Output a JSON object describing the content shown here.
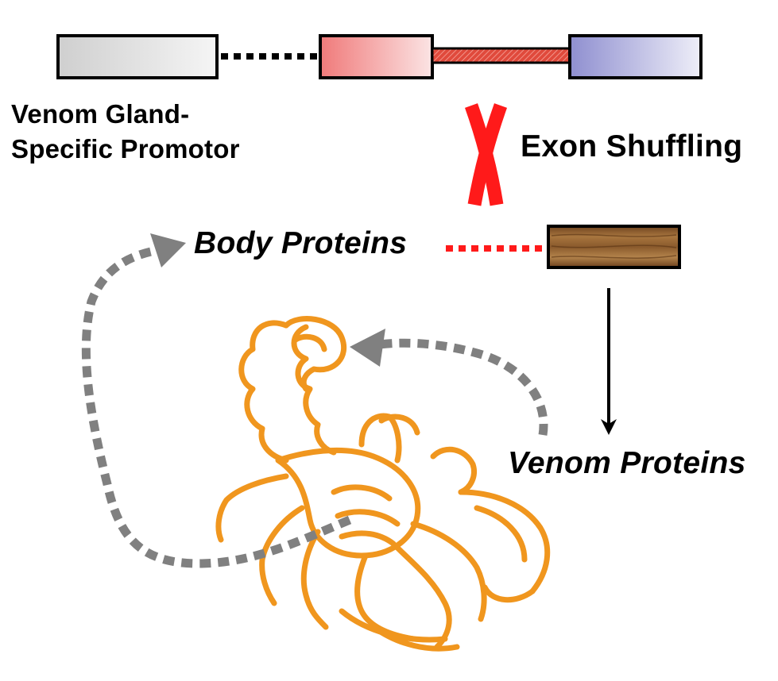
{
  "labels": {
    "promoter_line1": "Venom Gland-",
    "promoter_line2": "Specific Promotor",
    "exon_shuffling": "Exon Shuffling",
    "body_proteins": "Body Proteins",
    "venom_proteins": "Venom Proteins"
  },
  "colors": {
    "promoter_box": "#d9d9d9",
    "exon_red": "#f28b8b",
    "exon_linker": "#d9483b",
    "exon_blue": "#9a9ad6",
    "crossover": "#ff1a1a",
    "body_link": "#ff1a1a",
    "wood_box": "#8b5a2b",
    "cycle_arrows": "#808080",
    "scorpion": "#f0961e",
    "outline": "#000000"
  },
  "icons": {
    "crossover": "x-crossover-icon",
    "scorpion": "scorpion-illustration"
  }
}
